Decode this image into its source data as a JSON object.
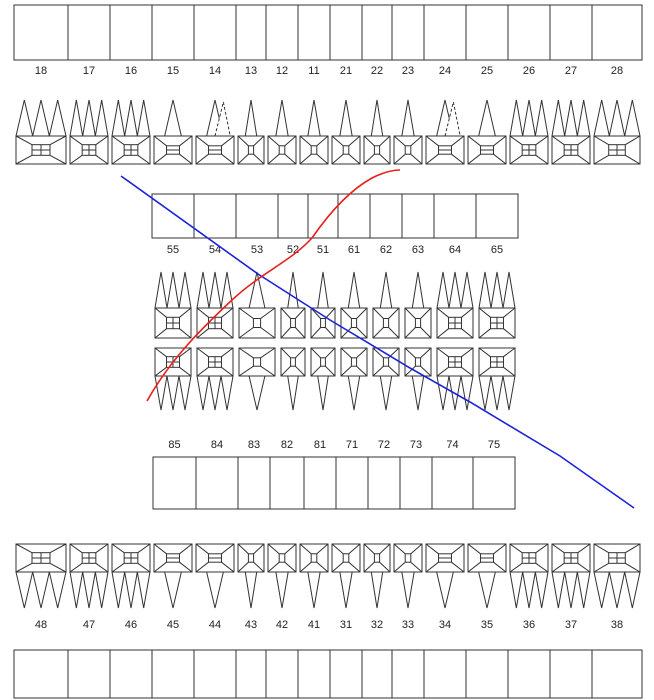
{
  "upper_permanent_labels": [
    "18",
    "17",
    "16",
    "15",
    "14",
    "13",
    "12",
    "11",
    "21",
    "22",
    "23",
    "24",
    "25",
    "26",
    "27",
    "28"
  ],
  "upper_primary_labels": [
    "55",
    "54",
    "53",
    "52",
    "51",
    "61",
    "62",
    "63",
    "64",
    "65"
  ],
  "lower_primary_labels": [
    "85",
    "84",
    "83",
    "82",
    "81",
    "71",
    "72",
    "73",
    "74",
    "75"
  ],
  "lower_permanent_labels": [
    "48",
    "47",
    "46",
    "45",
    "44",
    "43",
    "42",
    "41",
    "31",
    "32",
    "33",
    "34",
    "35",
    "36",
    "37",
    "38"
  ],
  "annotation_colors": {
    "red_stroke": "#e8201c",
    "blue_stroke": "#1a24d8"
  },
  "upper_permanent_types": [
    "molar",
    "molar",
    "molar",
    "premolar",
    "premolar-dashed",
    "canine",
    "incisor",
    "incisor",
    "incisor",
    "incisor",
    "canine",
    "premolar-dashed",
    "premolar",
    "molar",
    "molar",
    "molar"
  ],
  "upper_primary_types": [
    "molar",
    "molar",
    "canine",
    "incisor",
    "incisor",
    "incisor",
    "incisor",
    "canine",
    "molar",
    "molar"
  ],
  "lower_primary_types": [
    "molar",
    "molar",
    "canine",
    "incisor",
    "incisor",
    "incisor",
    "incisor",
    "canine",
    "molar",
    "molar"
  ],
  "lower_permanent_types": [
    "molar",
    "molar",
    "molar",
    "premolar",
    "premolar",
    "canine",
    "incisor",
    "incisor",
    "incisor",
    "incisor",
    "canine",
    "premolar",
    "premolar",
    "molar",
    "molar",
    "molar"
  ]
}
